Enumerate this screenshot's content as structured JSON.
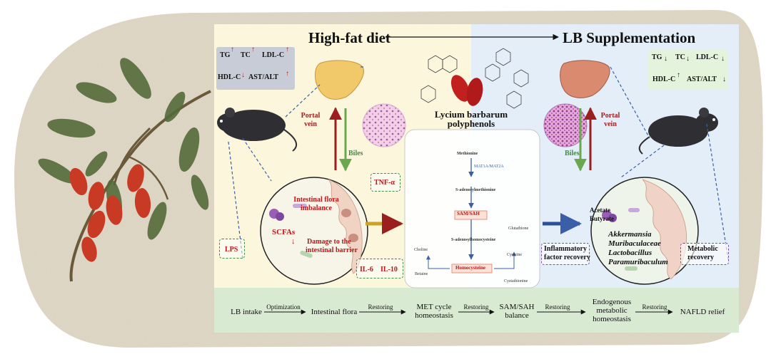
{
  "header": {
    "left_title": "High-fat diet",
    "right_title": "LB Supplementation"
  },
  "left_lipids": {
    "tg": "TG",
    "tc": "TC",
    "ldl": "LDL-C",
    "hdl": "HDL-C",
    "ast_alt": "AST/ALT"
  },
  "right_lipids": {
    "tg": "TG",
    "tc": "TC",
    "ldl": "LDL-C",
    "hdl": "HDL-C",
    "ast_alt": "AST/ALT"
  },
  "left_axis": {
    "portal_vein": "Portal vein",
    "biles": "Biles"
  },
  "right_axis": {
    "portal_vein": "Portal vein",
    "biles": "Biles"
  },
  "polyphenols": {
    "name_line1": "Lycium barbarum",
    "name_line2": "polyphenols"
  },
  "left_gut": {
    "flora_imbalance": "Intestinal flora imbalance",
    "scfas": "SCFAs",
    "barrier_line1": "Damage to the",
    "barrier_line2": "intestinal barrier",
    "tnf": "TNF-α",
    "lps": "LPS",
    "il6": "IL-6",
    "il10": "IL-10"
  },
  "met_cycle": {
    "methionine": "Methionine",
    "mat": "MAT1A/MAT2A",
    "sam": "S-adenosylmethionine",
    "sam_sah": "SAM/SAH",
    "sah": "S-adenosylhomocysteine",
    "homocysteine": "Homocysteine",
    "cystathionine": "Cystathionine",
    "cysteine": "Cysteine",
    "glutathione": "Glutathione",
    "choline": "Choline",
    "betaine": "Betaine"
  },
  "right_gut": {
    "acetate": "Acetate",
    "butyrate": "Butyrate",
    "akkermansia": "Akkermansia",
    "muribaculaceae": "Muribaculaceae",
    "lactobacillus": "Lactobacillus",
    "paramuribaculum": "Paramuribaculum",
    "inflammatory_line1": "Inflammatory",
    "inflammatory_line2": "factor recovery",
    "metabolic_line1": "Metabolic",
    "metabolic_line2": "recovery"
  },
  "bottom_flow": {
    "steps": [
      "LB intake",
      "Intestinal flora",
      "MET cycle homeostasis",
      "SAM/SAH balance",
      "Endogenous metabolic homeostasis",
      "NAFLD relief"
    ],
    "ops": [
      "Optimization",
      "Restoring",
      "Restoring",
      "Restoring",
      "Restoring"
    ]
  },
  "colors": {
    "left_panel": "#fbf6dc",
    "right_panel": "#e4eef9",
    "bottom_band": "#d9ead3",
    "accent_red": "#c0141a",
    "accent_green": "#3f8f3f",
    "parchment": "#e2dac8"
  }
}
